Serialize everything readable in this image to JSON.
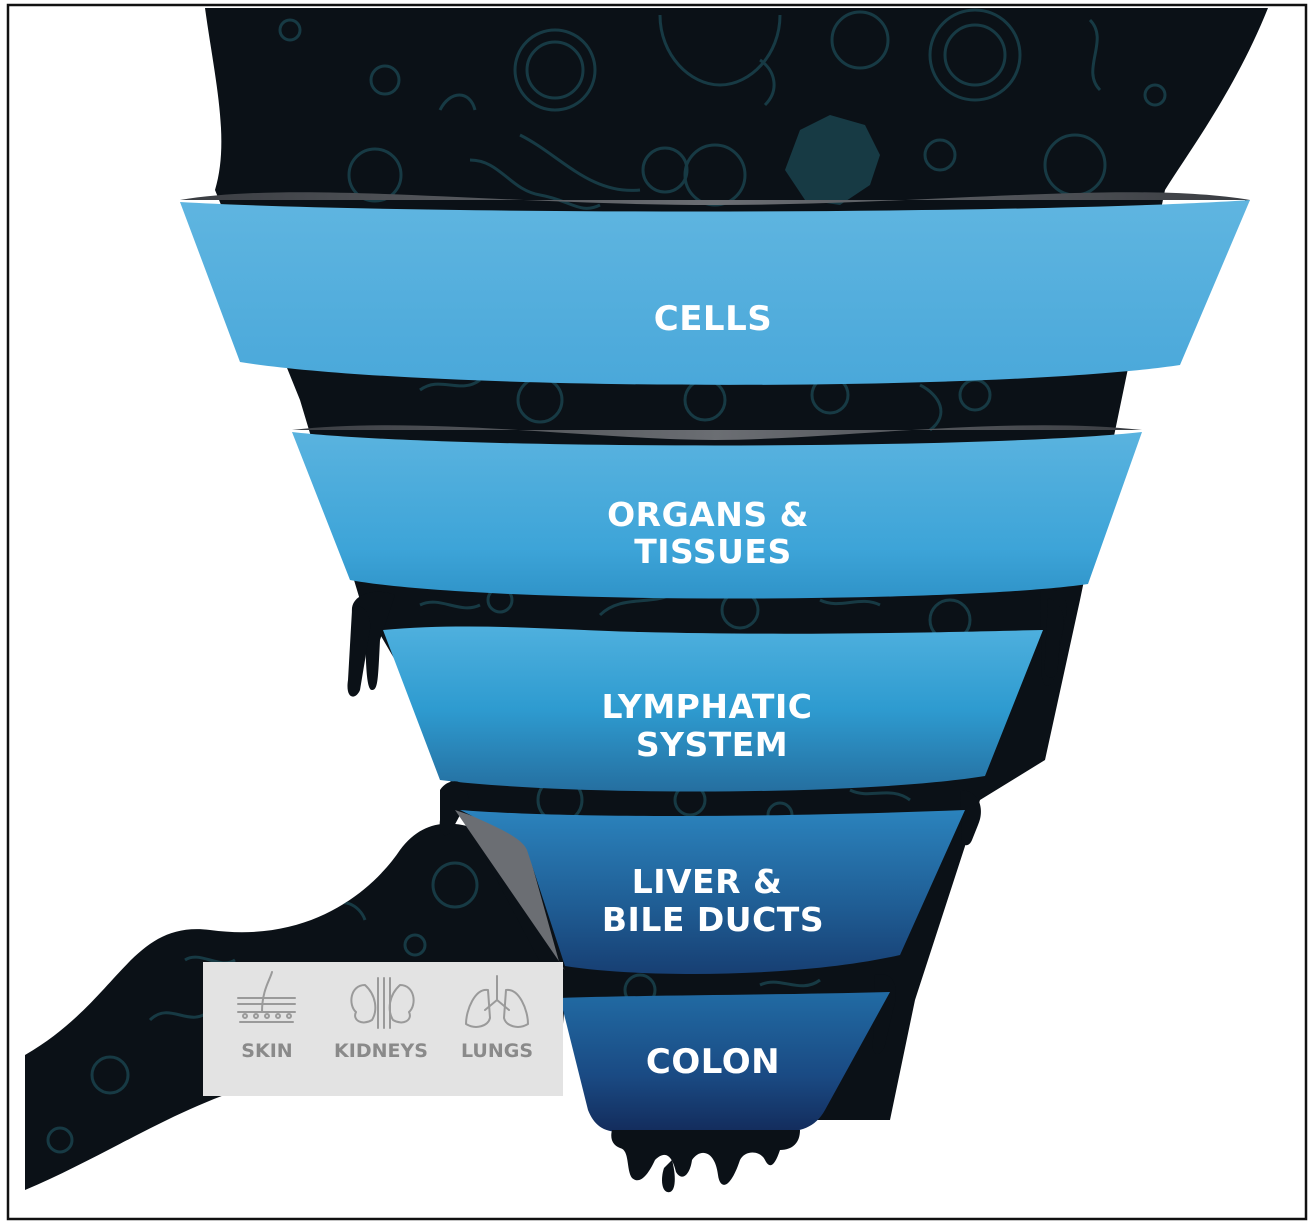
{
  "funnel": {
    "stages": [
      {
        "lines": [
          "CELLS"
        ]
      },
      {
        "lines": [
          "ORGANS &",
          "TISSUES"
        ]
      },
      {
        "lines": [
          "LYMPHATIC",
          "SYSTEM"
        ]
      },
      {
        "lines": [
          "LIVER &",
          "BILE DUCTS"
        ]
      },
      {
        "lines": [
          "COLON"
        ]
      }
    ]
  },
  "elimination_organs": [
    {
      "label": "SKIN",
      "icon": "skin-icon"
    },
    {
      "label": "KIDNEYS",
      "icon": "kidneys-icon"
    },
    {
      "label": "LUNGS",
      "icon": "lungs-icon"
    }
  ],
  "colors": {
    "background": "#ffffff",
    "frame": "#111111",
    "funnel_dark": "#0b1117",
    "germ_pattern": "#173a44",
    "band_light_top": "#5cb4e0",
    "band_light_bottom": "#2a9bd0",
    "band_deep_bottom": "#16356a",
    "text": "#ffffff",
    "organ_panel": "#e3e3e3",
    "organ_text": "#8a8a8a"
  }
}
